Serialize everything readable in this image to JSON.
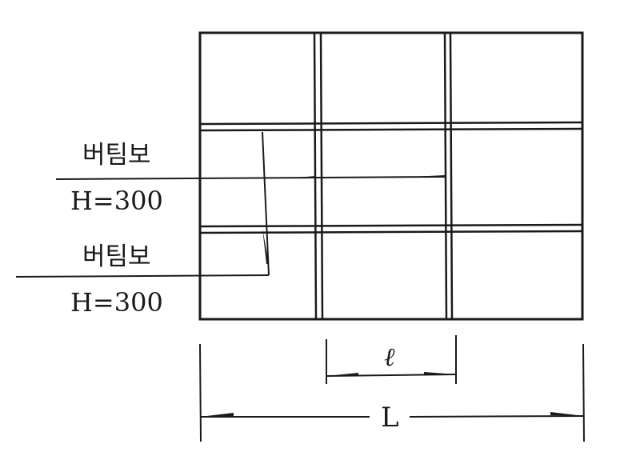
{
  "labels": {
    "strut_upper_name": "버팀보",
    "strut_upper_size": "H=300",
    "strut_lower_name": "버팀보",
    "strut_lower_size": "H=300",
    "span_spacing": "ℓ",
    "total_length": "L"
  },
  "colors": {
    "ink": "#1a1a1a",
    "background": "#ffffff"
  }
}
